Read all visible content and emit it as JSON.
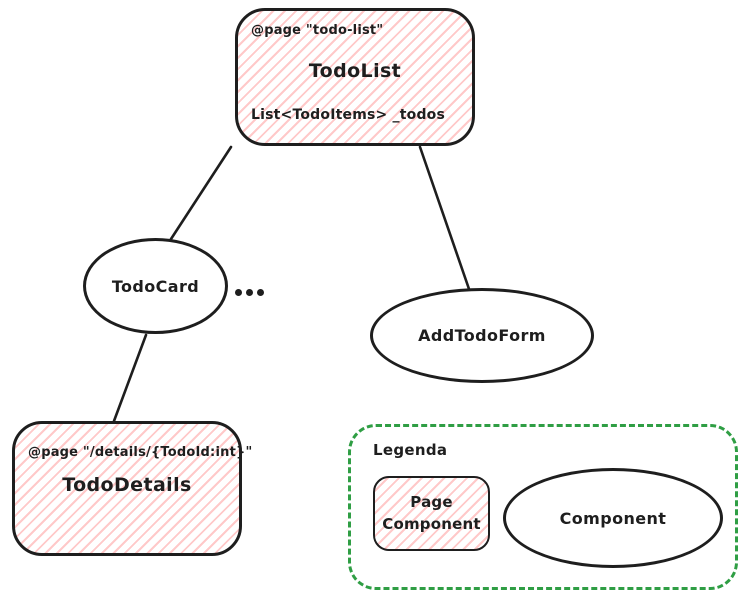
{
  "nodes": {
    "todo_list": {
      "annotation": "@page \"todo-list\"",
      "title": "TodoList",
      "field": "List<TodoItems> _todos"
    },
    "todo_card": {
      "label": "TodoCard"
    },
    "ellipsis": "...",
    "add_todo_form": {
      "label": "AddTodoForm"
    },
    "todo_details": {
      "annotation": "@page \"/details/{TodoId:int}\"",
      "title": "TodoDetails"
    }
  },
  "legend": {
    "title": "Legenda",
    "page_component_label": "Page Component",
    "component_label": "Component"
  },
  "colors": {
    "stroke": "#1e1e1e",
    "page_hatch": "#ffc9c9",
    "legend_border": "#2f9e44"
  }
}
